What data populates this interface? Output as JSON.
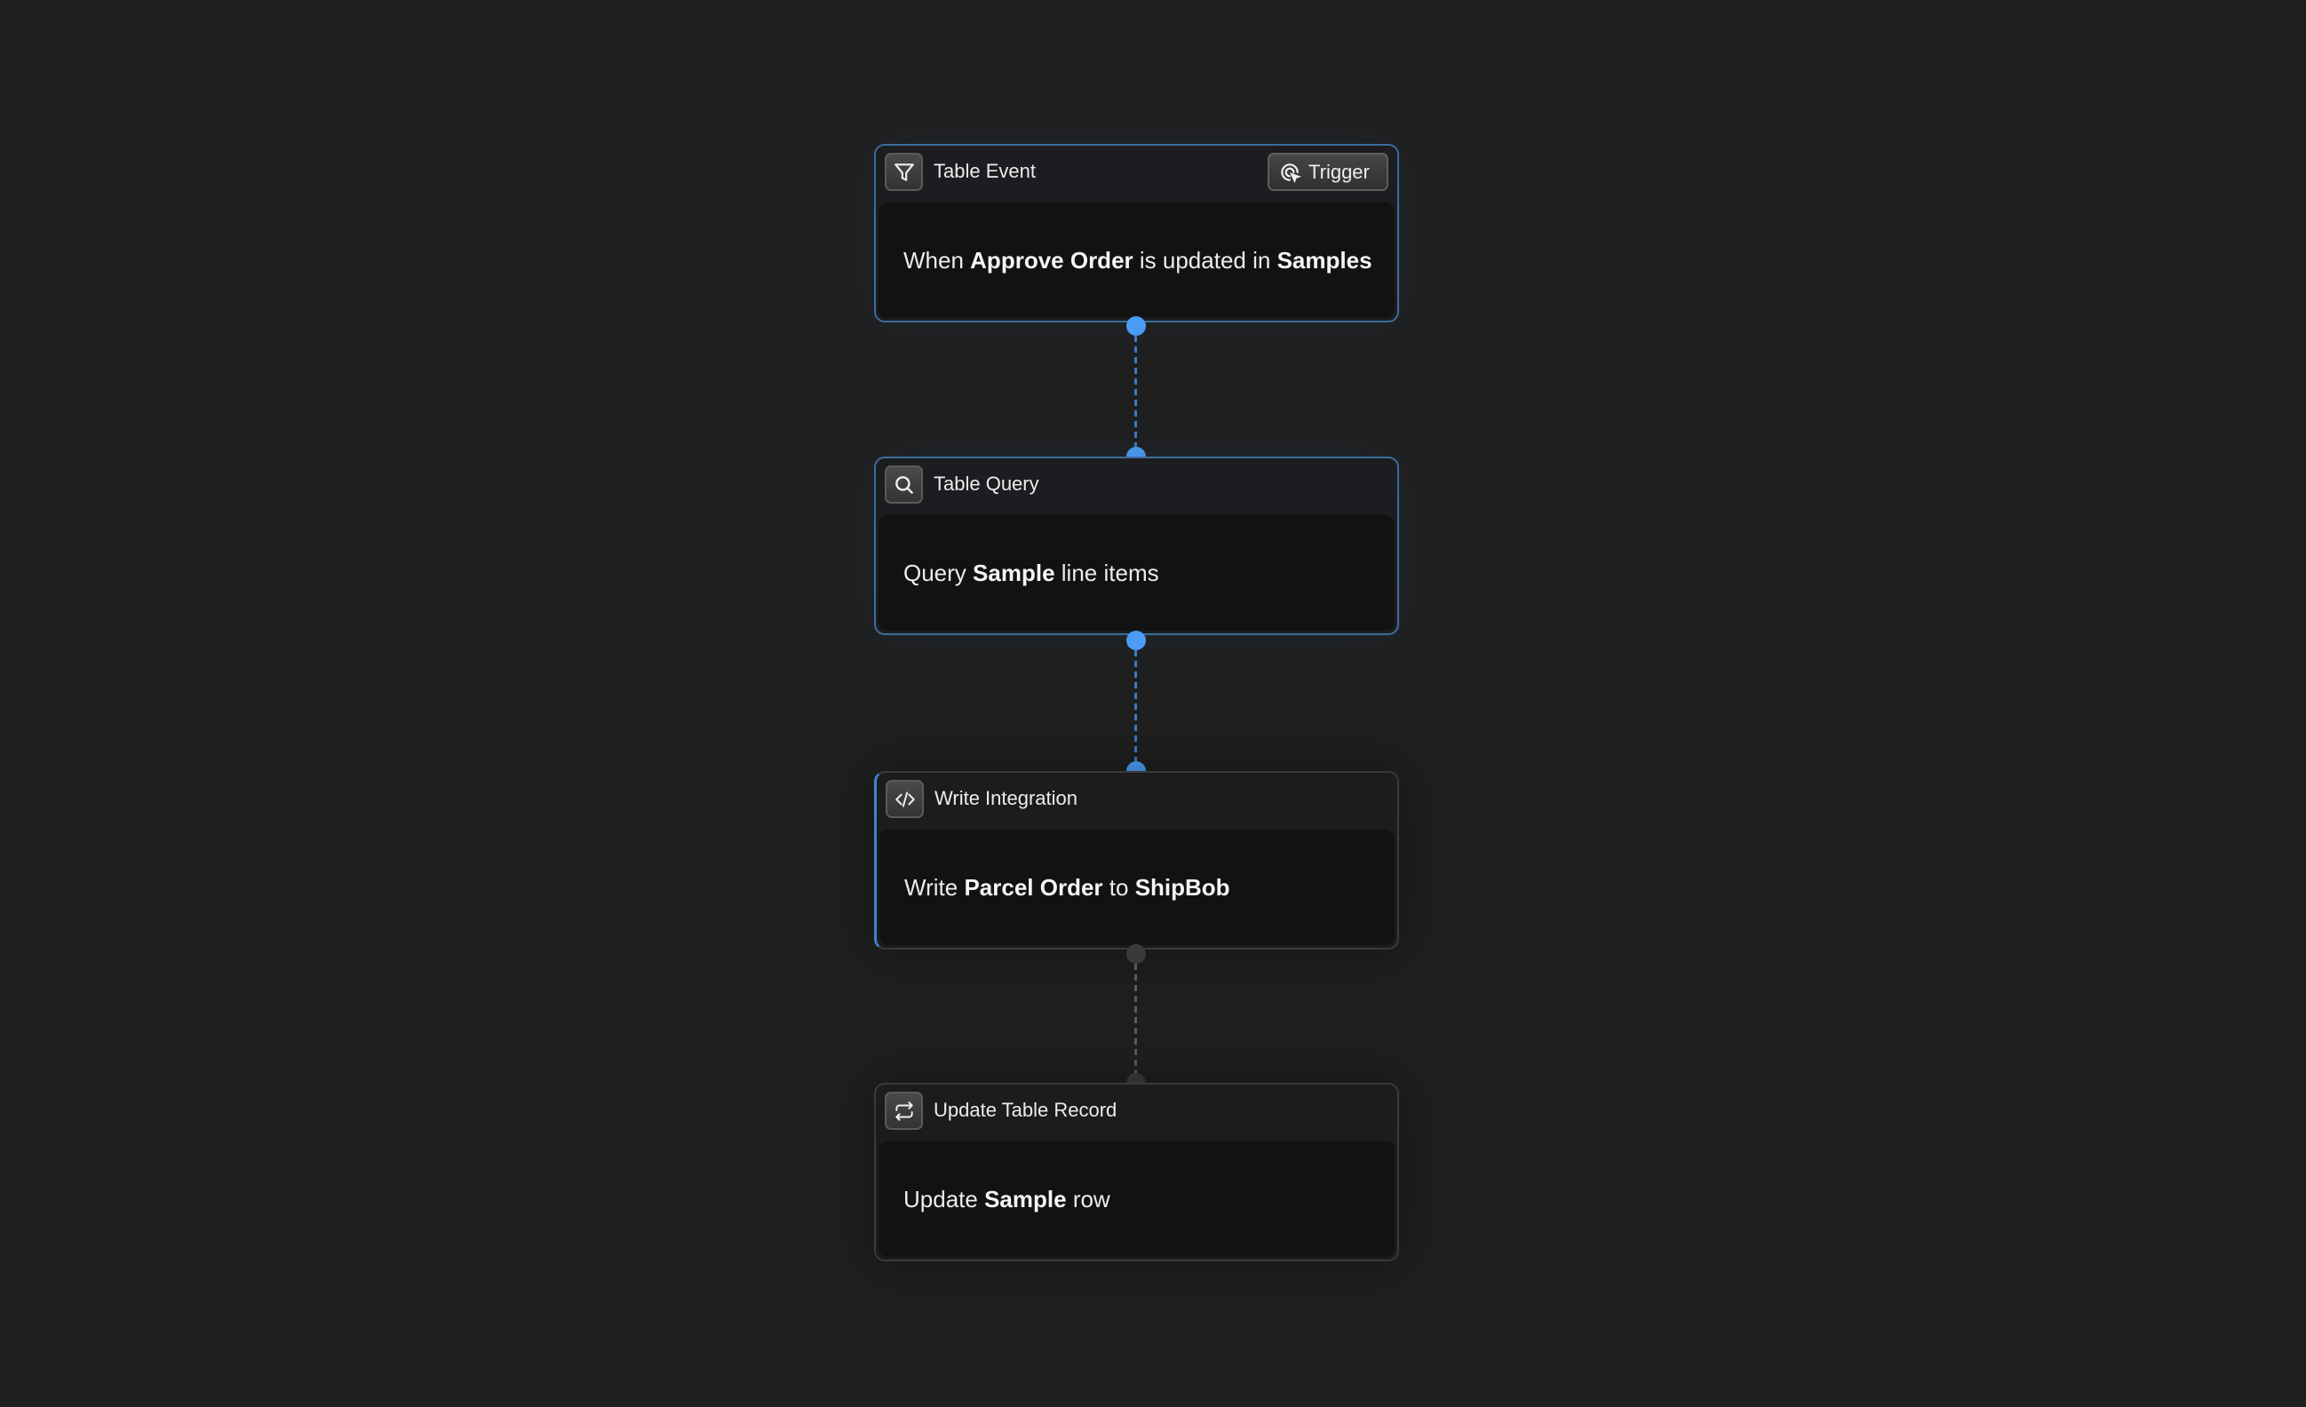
{
  "workflow": {
    "nodes": [
      {
        "type_label": "Table Event",
        "icon": "filter-icon",
        "badge": {
          "label": "Trigger",
          "icon": "trigger-cursor-icon"
        },
        "body": {
          "p1": "When ",
          "b1": "Approve Order",
          "p2": " is updated in ",
          "b2": "Samples",
          "p3": ""
        },
        "state": "selected"
      },
      {
        "type_label": "Table Query",
        "icon": "search-icon",
        "body": {
          "p1": "Query ",
          "b1": "Sample",
          "p2": " line items",
          "b2": "",
          "p3": ""
        },
        "state": "selected"
      },
      {
        "type_label": "Write Integration",
        "icon": "code-icon",
        "body": {
          "p1": "Write ",
          "b1": "Parcel Order",
          "p2": " to ",
          "b2": "ShipBob",
          "p3": ""
        },
        "state": "partial"
      },
      {
        "type_label": "Update Table Record",
        "icon": "repeat-icon",
        "body": {
          "p1": "Update ",
          "b1": "Sample",
          "p2": " row",
          "b2": "",
          "p3": ""
        },
        "state": "default"
      }
    ],
    "edges": [
      {
        "from": 0,
        "to": 1,
        "color": "#4a9cf5",
        "style": "dashed"
      },
      {
        "from": 1,
        "to": 2,
        "color": "#4a9cf5",
        "style": "dashed"
      },
      {
        "from": 2,
        "to": 3,
        "color": "#5a5a5a",
        "style": "dashed"
      }
    ],
    "colors": {
      "background": "#1f1f1f",
      "accent": "#4a9cf5",
      "card_border_active": "#3d6c9e",
      "card_body": "#121212"
    }
  }
}
